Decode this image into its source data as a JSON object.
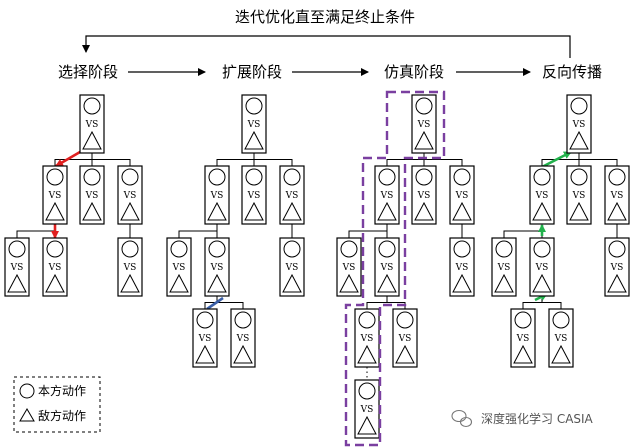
{
  "title": "迭代优化直至满足终止条件",
  "stages": [
    "选择阶段",
    "扩展阶段",
    "仿真阶段",
    "反向传播"
  ],
  "node_label": "VS",
  "legend": {
    "own": "本方动作",
    "enemy": "敌方动作"
  },
  "watermark": "深度强化学习 CASIA",
  "colors": {
    "select": "#e02020",
    "expand": "#3a5fa8",
    "backprop": "#22b24c",
    "sim_box": "#7a3fa0"
  },
  "icons": {
    "watermark": "wechat-logo-icon"
  }
}
